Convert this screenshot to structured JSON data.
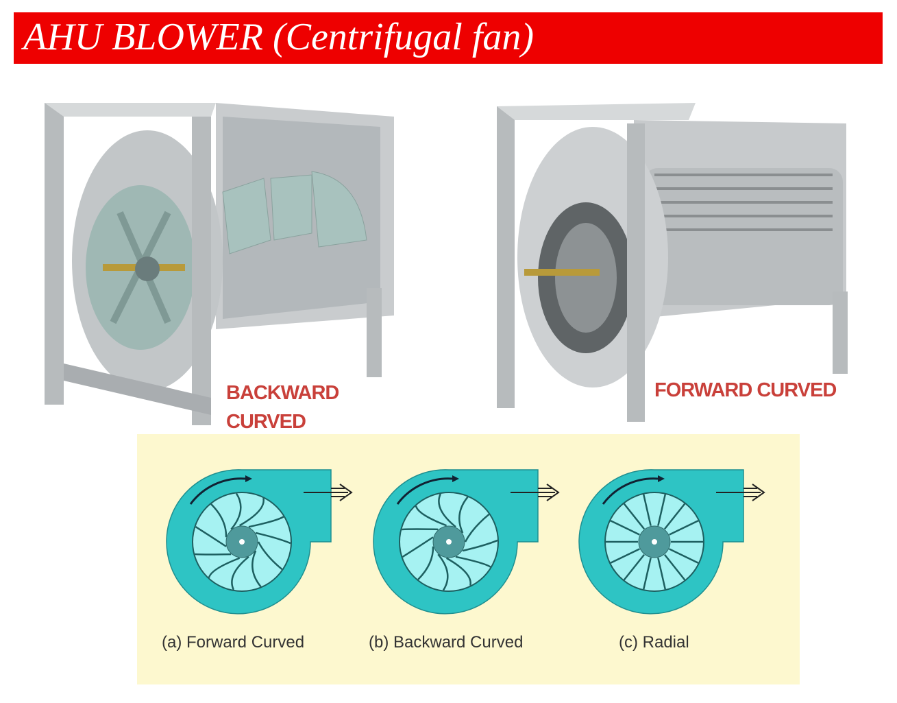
{
  "title": "AHU BLOWER (Centrifugal fan)",
  "photos": [
    {
      "label_line1": "BACKWARD",
      "label_line2": "CURVED"
    },
    {
      "label": "FORWARD CURVED"
    }
  ],
  "diagram": {
    "captions": [
      "(a) Forward Curved",
      "(b) Backward Curved",
      "(c) Radial"
    ],
    "colors": {
      "housing": "#2ec4c4",
      "impeller": "#a6f2f2",
      "hub": "#4f9a9c",
      "panel": "#fdf8cf"
    }
  }
}
